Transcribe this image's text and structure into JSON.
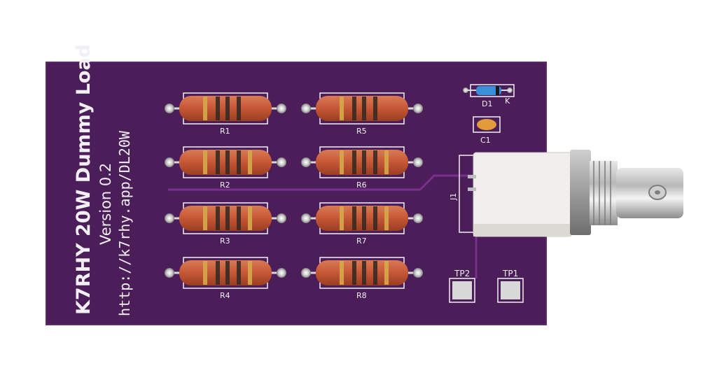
{
  "board": {
    "title": "K7RHY 20W Dummy Load",
    "version": "Version 0.2",
    "url": "http://k7rhy.app/DL20W",
    "colors": {
      "soldermask": "#4b1e5a",
      "silkscreen": "#f2f0f4",
      "trace": "#7a2e8e"
    }
  },
  "resistors": [
    {
      "ref": "R1"
    },
    {
      "ref": "R2"
    },
    {
      "ref": "R3"
    },
    {
      "ref": "R4"
    },
    {
      "ref": "R5"
    },
    {
      "ref": "R6"
    },
    {
      "ref": "R7"
    },
    {
      "ref": "R8"
    }
  ],
  "parts": {
    "diode": "D1",
    "diode_pin": "K",
    "capacitor": "C1",
    "connector": "J1",
    "testpoint_a": "TP2",
    "testpoint_b": "TP1"
  }
}
